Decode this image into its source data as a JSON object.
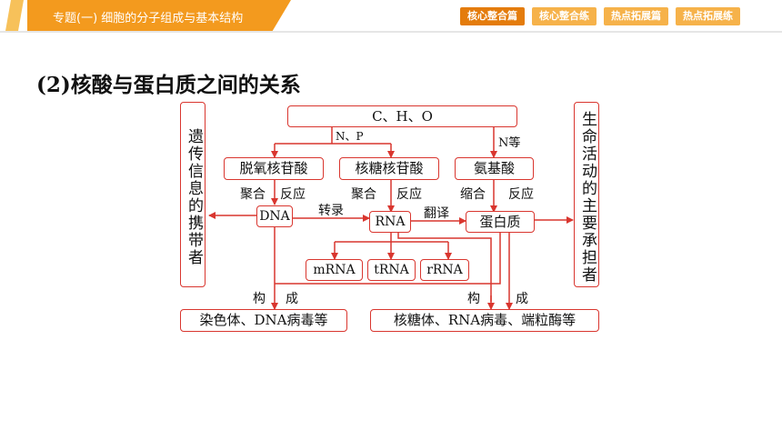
{
  "header": {
    "title": "专题(一)  细胞的分子组成与基本结构",
    "tabs": [
      {
        "label": "核心整合篇",
        "active": true
      },
      {
        "label": "核心整合练",
        "active": false
      },
      {
        "label": "热点拓展篇",
        "active": false
      },
      {
        "label": "热点拓展练",
        "active": false
      }
    ],
    "accent_color": "#f39a1e"
  },
  "section_title": "(2)核酸与蛋白质之间的关系",
  "diagram": {
    "nodes": {
      "elements": "C、H、O",
      "deoxynucleotide": "脱氧核苷酸",
      "ribonucleotide": "核糖核苷酸",
      "amino_acid": "氨基酸",
      "dna": "DNA",
      "rna": "RNA",
      "protein": "蛋白质",
      "mrna": "mRNA",
      "trna": "tRNA",
      "rrna": "rRNA",
      "left_struct": "染色体、DNA病毒等",
      "right_struct": "核糖体、RNA病毒、端粒酶等",
      "left_side": "遗传信息的携带者",
      "right_side": "生命活动的主要承担者"
    },
    "labels": {
      "np": "N、P",
      "n_etc": "N等",
      "poly1": "聚合",
      "react1": "反应",
      "poly2": "聚合",
      "react2": "反应",
      "condense": "缩合",
      "react3": "反应",
      "transcribe": "转录",
      "translate": "翻译",
      "form_l1": "构",
      "form_l2": "成",
      "form_r1": "构",
      "form_r2": "成"
    },
    "line_color": "#d9362f"
  }
}
